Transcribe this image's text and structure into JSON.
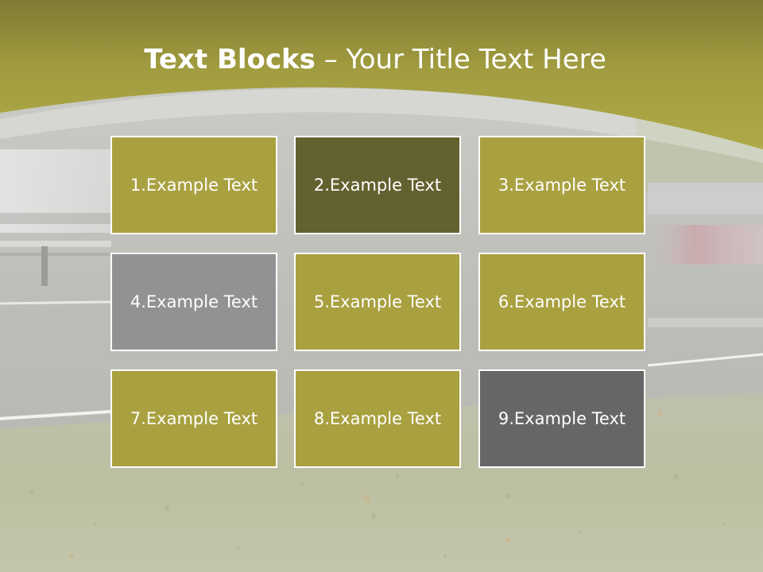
{
  "title": {
    "bold": "Text Blocks",
    "rest": " – Your Title Text Here"
  },
  "colors": {
    "olive": "#a9a040",
    "dark_olive": "#646130",
    "gray": "#929292",
    "dark_gray": "#666666",
    "banner": "#a9a545",
    "text": "#ffffff"
  },
  "blocks": [
    {
      "label": "1.Example Text",
      "color": "olive"
    },
    {
      "label": "2.Example Text",
      "color": "dark_olive"
    },
    {
      "label": "3.Example Text",
      "color": "olive"
    },
    {
      "label": "4.Example Text",
      "color": "gray"
    },
    {
      "label": "5.Example Text",
      "color": "olive"
    },
    {
      "label": "6.Example Text",
      "color": "olive"
    },
    {
      "label": "7.Example Text",
      "color": "olive"
    },
    {
      "label": "8.Example Text",
      "color": "olive"
    },
    {
      "label": "9.Example Text",
      "color": "dark_gray"
    }
  ]
}
